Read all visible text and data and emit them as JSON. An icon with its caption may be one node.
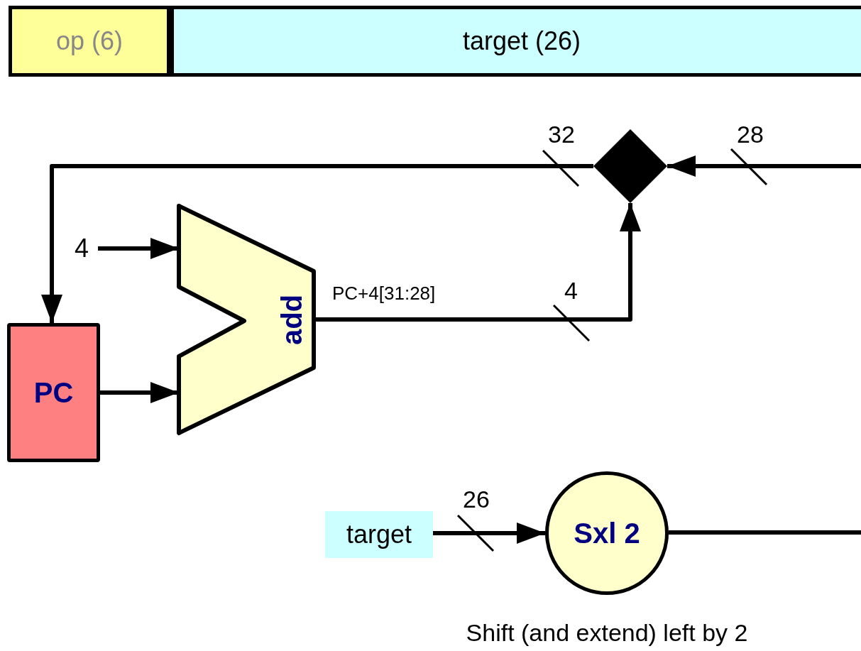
{
  "diagram": {
    "nodes": [
      {
        "text": [
          "op (6)"
        ]
      },
      {
        "text": [
          "target (26)"
        ]
      },
      {
        "text": [],
        "shape": "diamond"
      },
      {
        "text": [
          "add"
        ]
      },
      {
        "text": [
          "PC"
        ]
      },
      {
        "text": [
          "4"
        ]
      },
      {
        "text": [
          "target"
        ]
      },
      {
        "text": [
          "Sxl 2"
        ],
        "beside": [
          "Shift (and extend) left by 2"
        ]
      }
    ],
    "edges": [
      {
        "from": 2,
        "to": 4,
        "arrow": "to",
        "label": "32"
      },
      {
        "from": null,
        "to": 2,
        "arrow": "to",
        "label": "28"
      },
      {
        "from": 5,
        "to": 3,
        "arrow": "to"
      },
      {
        "from": 4,
        "to": 3,
        "arrow": "to"
      },
      {
        "from": 3,
        "to": 2,
        "arrow": "to",
        "label": "4"
      },
      {
        "from": 6,
        "to": 7,
        "arrow": "to",
        "label": "26"
      },
      {
        "from": 7,
        "to": null,
        "arrow": "none"
      }
    ],
    "labels": [
      "PC+4[31:28]"
    ]
  }
}
